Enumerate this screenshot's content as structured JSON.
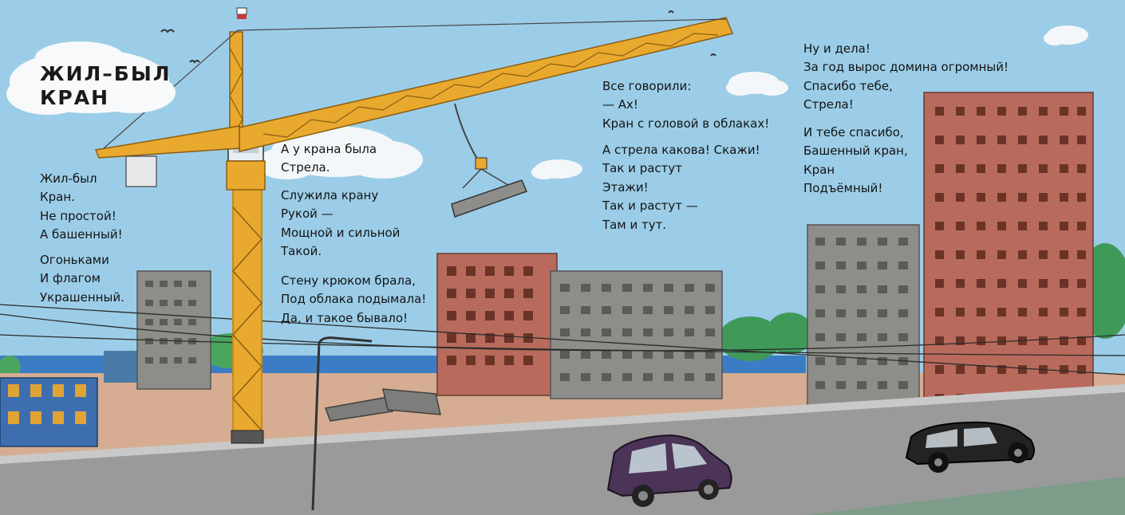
{
  "title": [
    "Жил–был",
    "кран"
  ],
  "stanzas": [
    {
      "id": "s1",
      "lines": [
        "Жил-был",
        "Кран.",
        "Не простой!",
        "А башенный!"
      ]
    },
    {
      "id": "s2",
      "lines": [
        "Огоньками",
        "И флагом",
        "Украшенный."
      ]
    },
    {
      "id": "s3",
      "lines": [
        "А у крана была",
        "Стрела."
      ]
    },
    {
      "id": "s4",
      "lines": [
        "Служила крану",
        "Рукой —",
        "Мощной и сильной",
        "Такой."
      ]
    },
    {
      "id": "s5",
      "lines": [
        "Стену крюком брала,",
        "Под облака подымала!",
        "Да, и такое бывало!"
      ]
    },
    {
      "id": "s6",
      "lines": [
        "Все говорили:",
        "— Ах!",
        "Кран с головой в облаках!"
      ]
    },
    {
      "id": "s7",
      "lines": [
        "А стрела какова! Скажи!",
        "Так и растут",
        "Этажи!",
        "Так и растут —",
        "Там и тут."
      ]
    },
    {
      "id": "s8",
      "lines": [
        "Ну и дела!",
        "За год вырос домина огромный!",
        "Спасибо тебе,",
        "Стрела!"
      ]
    },
    {
      "id": "s9",
      "lines": [
        "И тебе спасибо,",
        "Башенный кран,",
        "Кран",
        "Подъёмный!"
      ]
    }
  ],
  "colors": {
    "sky": "#9ccde8",
    "crane": "#e9a92e",
    "brick": "#b86b5c",
    "concrete": "#8d8d8a",
    "ground": "#d6ad92",
    "road": "#9a9a9a",
    "water": "#3b7cc4",
    "trees": "#3f9a5a",
    "car_purple": "#4b3457",
    "car_black": "#232323",
    "text": "#141414"
  },
  "icons": [
    "cloud-icon",
    "bird-icon",
    "tower-crane-icon",
    "car-icon",
    "street-lamp-icon"
  ]
}
